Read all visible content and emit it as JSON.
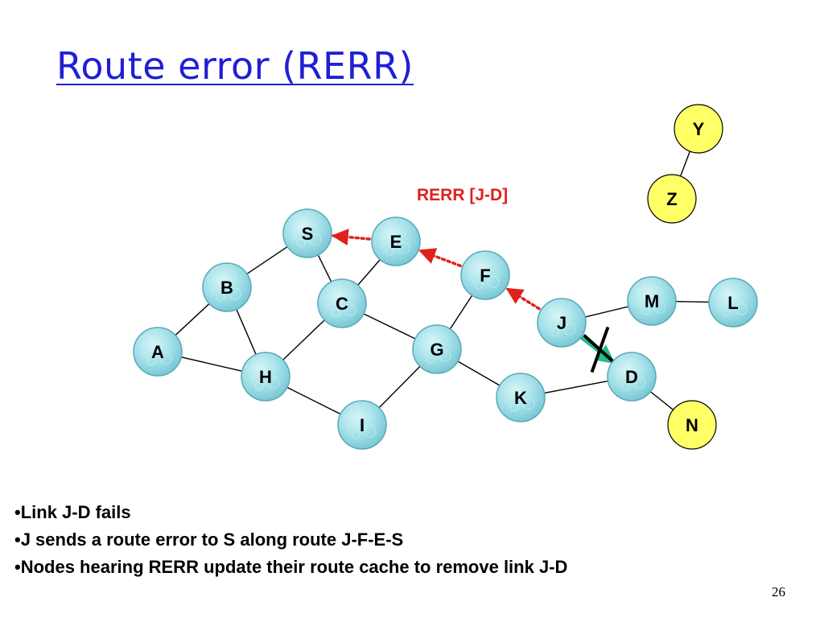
{
  "slide": {
    "title": "Route error (RERR)",
    "page_number": "26"
  },
  "diagram": {
    "nodes": [
      {
        "id": "S",
        "label": "S",
        "kind": "bubble"
      },
      {
        "id": "E",
        "label": "E",
        "kind": "bubble"
      },
      {
        "id": "F",
        "label": "F",
        "kind": "bubble"
      },
      {
        "id": "B",
        "label": "B",
        "kind": "bubble"
      },
      {
        "id": "C",
        "label": "C",
        "kind": "bubble"
      },
      {
        "id": "M",
        "label": "M",
        "kind": "bubble"
      },
      {
        "id": "L",
        "label": "L",
        "kind": "bubble"
      },
      {
        "id": "J",
        "label": "J",
        "kind": "bubble"
      },
      {
        "id": "A",
        "label": "A",
        "kind": "bubble"
      },
      {
        "id": "G",
        "label": "G",
        "kind": "bubble"
      },
      {
        "id": "H",
        "label": "H",
        "kind": "bubble"
      },
      {
        "id": "D",
        "label": "D",
        "kind": "bubble"
      },
      {
        "id": "K",
        "label": "K",
        "kind": "bubble"
      },
      {
        "id": "I",
        "label": "I",
        "kind": "bubble"
      },
      {
        "id": "Y",
        "label": "Y",
        "kind": "yellow"
      },
      {
        "id": "Z",
        "label": "Z",
        "kind": "yellow"
      },
      {
        "id": "N",
        "label": "N",
        "kind": "yellow"
      }
    ],
    "links": [
      [
        "S",
        "B"
      ],
      [
        "S",
        "C"
      ],
      [
        "E",
        "C"
      ],
      [
        "B",
        "A"
      ],
      [
        "B",
        "H"
      ],
      [
        "A",
        "H"
      ],
      [
        "C",
        "H"
      ],
      [
        "C",
        "G"
      ],
      [
        "F",
        "G"
      ],
      [
        "H",
        "I"
      ],
      [
        "G",
        "I"
      ],
      [
        "G",
        "K"
      ],
      [
        "K",
        "D"
      ],
      [
        "D",
        "N"
      ],
      [
        "J",
        "M"
      ],
      [
        "M",
        "L"
      ],
      [
        "Y",
        "Z"
      ]
    ],
    "rerr_path": [
      [
        "J",
        "F"
      ],
      [
        "F",
        "E"
      ],
      [
        "E",
        "S"
      ]
    ],
    "failed_link": [
      "J",
      "D"
    ],
    "rerr_label": "RERR [J-D]",
    "colors": {
      "rerr_arrow": "#e0201b",
      "rerr_label": "#e0201b",
      "failed_link": "#1fbf8f",
      "link": "#000000",
      "bubble": "#9fdfe6",
      "yellow_node": "#ffff66"
    }
  },
  "bullets": [
    "Link J-D fails",
    "J sends a route error to S along route J-F-E-S",
    "Nodes hearing RERR update their route cache to remove link J-D"
  ]
}
